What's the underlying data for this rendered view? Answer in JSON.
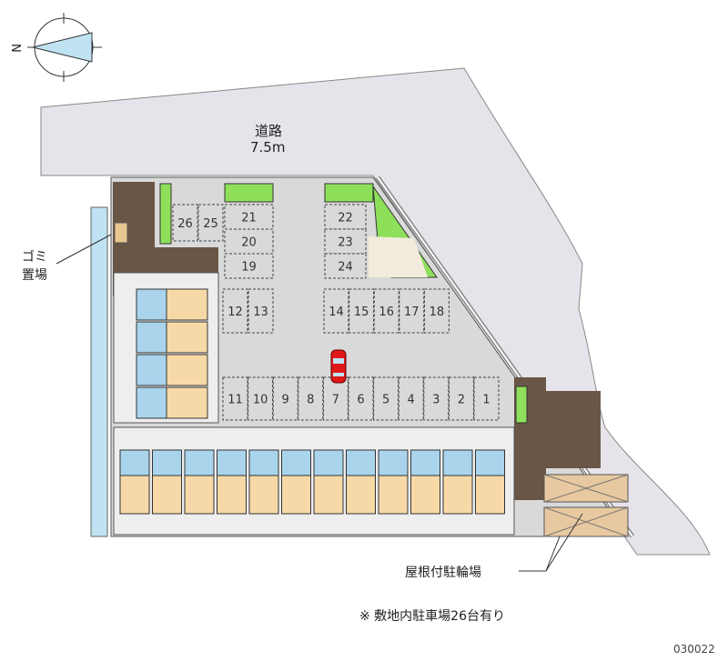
{
  "road": {
    "label": "道路",
    "width": "7.5m"
  },
  "garbage_area": {
    "line1": "ゴミ",
    "line2": "置場"
  },
  "bicycle_parking": {
    "label": "屋根付駐輪場"
  },
  "note": "※ 敷地内駐車場26台有り",
  "code": "030022",
  "compass": {
    "north_label": "N"
  },
  "parking_spaces": [
    "1",
    "2",
    "3",
    "4",
    "5",
    "6",
    "7",
    "8",
    "9",
    "10",
    "11",
    "12",
    "13",
    "14",
    "15",
    "16",
    "17",
    "18",
    "19",
    "20",
    "21",
    "22",
    "23",
    "24",
    "25",
    "26"
  ],
  "colors": {
    "road": "#e6e4ea",
    "lot": "#d9d9d9",
    "green": "#8ee05a",
    "paving": "#5a4a3c",
    "unit_blue": "#a9d4ec",
    "unit_tan": "#f7d9a8",
    "car": "#e01818",
    "canal": "#bfe3f2"
  }
}
